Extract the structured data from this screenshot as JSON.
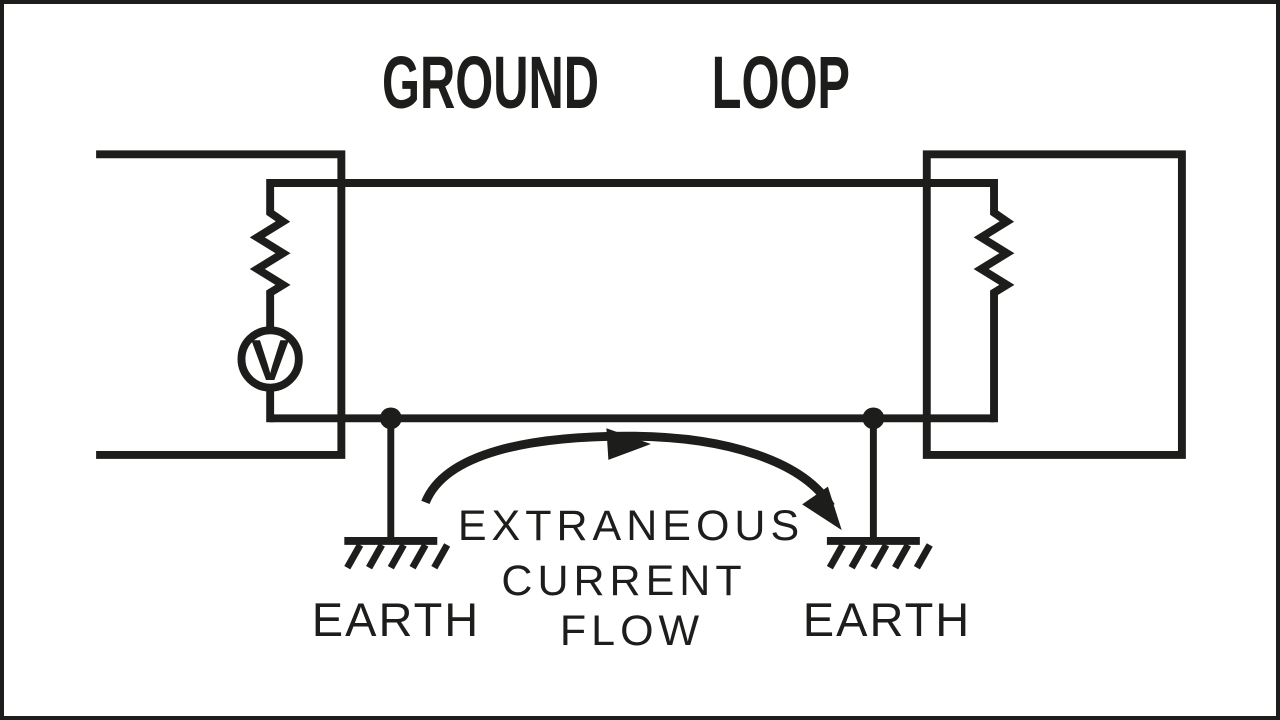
{
  "title": "GROUND LOOP",
  "colors": {
    "ink": "#1d1d1b",
    "paper": "#ffffff"
  },
  "annotations": {
    "flow_line1": "EXTRANEOUS",
    "flow_line2": "CURRENT",
    "flow_line3": "FLOW",
    "earth_left": "EARTH",
    "earth_right": "EARTH"
  },
  "voltmeter": {
    "label": "V"
  },
  "symbols": [
    {
      "name": "left-device-box",
      "type": "open-rectangle-enclosure"
    },
    {
      "name": "right-device-box",
      "type": "closed-rectangle-enclosure"
    },
    {
      "name": "left-resistor",
      "type": "zigzag-resistor"
    },
    {
      "name": "right-resistor",
      "type": "zigzag-resistor"
    },
    {
      "name": "voltmeter",
      "type": "circle-V-meter"
    },
    {
      "name": "earth-ground-left",
      "type": "chassis-ground-hatched"
    },
    {
      "name": "earth-ground-right",
      "type": "chassis-ground-hatched"
    },
    {
      "name": "extraneous-current-arrow",
      "type": "curved-arrow-left-to-right"
    }
  ]
}
